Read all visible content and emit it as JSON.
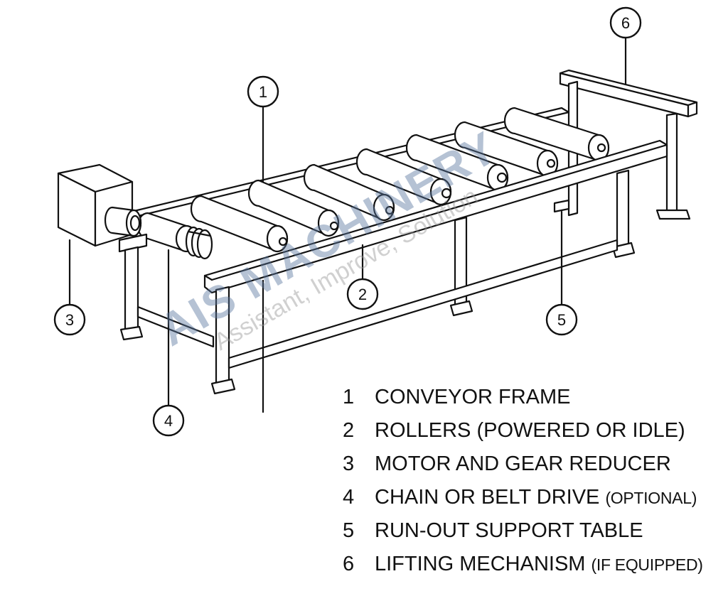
{
  "callouts": [
    "1",
    "2",
    "3",
    "4",
    "5",
    "6"
  ],
  "watermark": {
    "main": "AIS MACHINERY",
    "sub": "Assistant, Improve, Solution"
  },
  "legend": [
    {
      "num": "1",
      "text": "CONVEYOR FRAME",
      "note": ""
    },
    {
      "num": "2",
      "text": "ROLLERS (POWERED OR IDLE)",
      "note": ""
    },
    {
      "num": "3",
      "text": "MOTOR AND GEAR REDUCER",
      "note": ""
    },
    {
      "num": "4",
      "text": "CHAIN OR BELT DRIVE ",
      "note": "(OPTIONAL)"
    },
    {
      "num": "5",
      "text": "RUN-OUT SUPPORT TABLE",
      "note": ""
    },
    {
      "num": "6",
      "text": "LIFTING MECHANISM ",
      "note": "(IF EQUIPPED)"
    }
  ],
  "colors": {
    "line": "#111111",
    "watermark": "#5a78a0"
  }
}
